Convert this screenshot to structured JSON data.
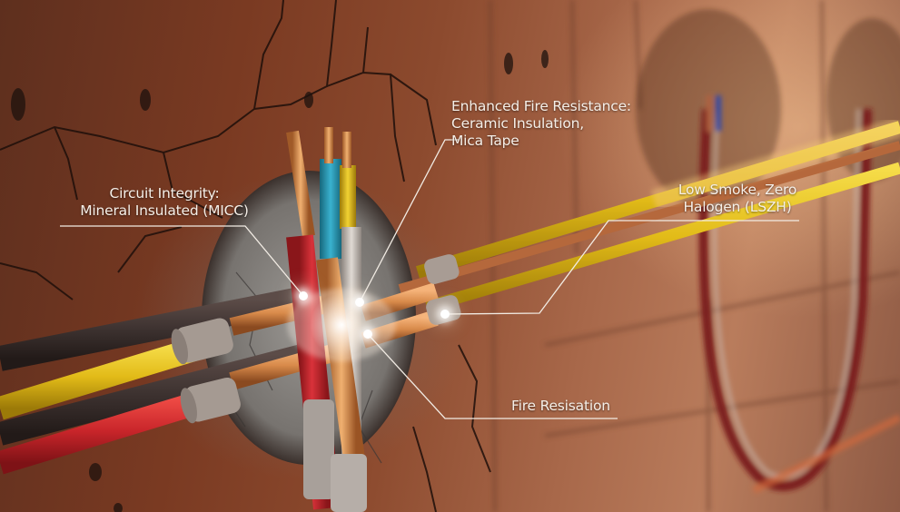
{
  "image": {
    "description": "Rendered close-up of fire-resistant electrical cables passing through a cracked, scorched brick/plaster wall with annotated callouts",
    "palette": {
      "wall_dark": "#5e2f1e",
      "wall_mid": "#8c4a2e",
      "wall_light": "#b97c5c",
      "plaster": "#8a8783",
      "cable_red": "#c8252a",
      "cable_yellow": "#e8c21e",
      "cable_blue": "#2a9bb8",
      "cable_grey": "#b8b0a8",
      "cable_brown": "#3d3230",
      "copper": "#d88a4a",
      "callout_line": "#f2ece4"
    }
  },
  "callouts": [
    {
      "id": "circuit-integrity",
      "lines": [
        "Circuit Integrity:",
        "Mineral Insulated (MICC)"
      ]
    },
    {
      "id": "enhanced-fire-resistance",
      "lines": [
        "Enhanced Fire Resistance:",
        "Ceramic Insulation,",
        "Mica Tape"
      ]
    },
    {
      "id": "lszh",
      "lines": [
        "Low Smoke, Zero",
        "Halogen (LSZH)"
      ]
    },
    {
      "id": "fire-resistance",
      "lines": [
        "Fire Resisation"
      ]
    }
  ]
}
